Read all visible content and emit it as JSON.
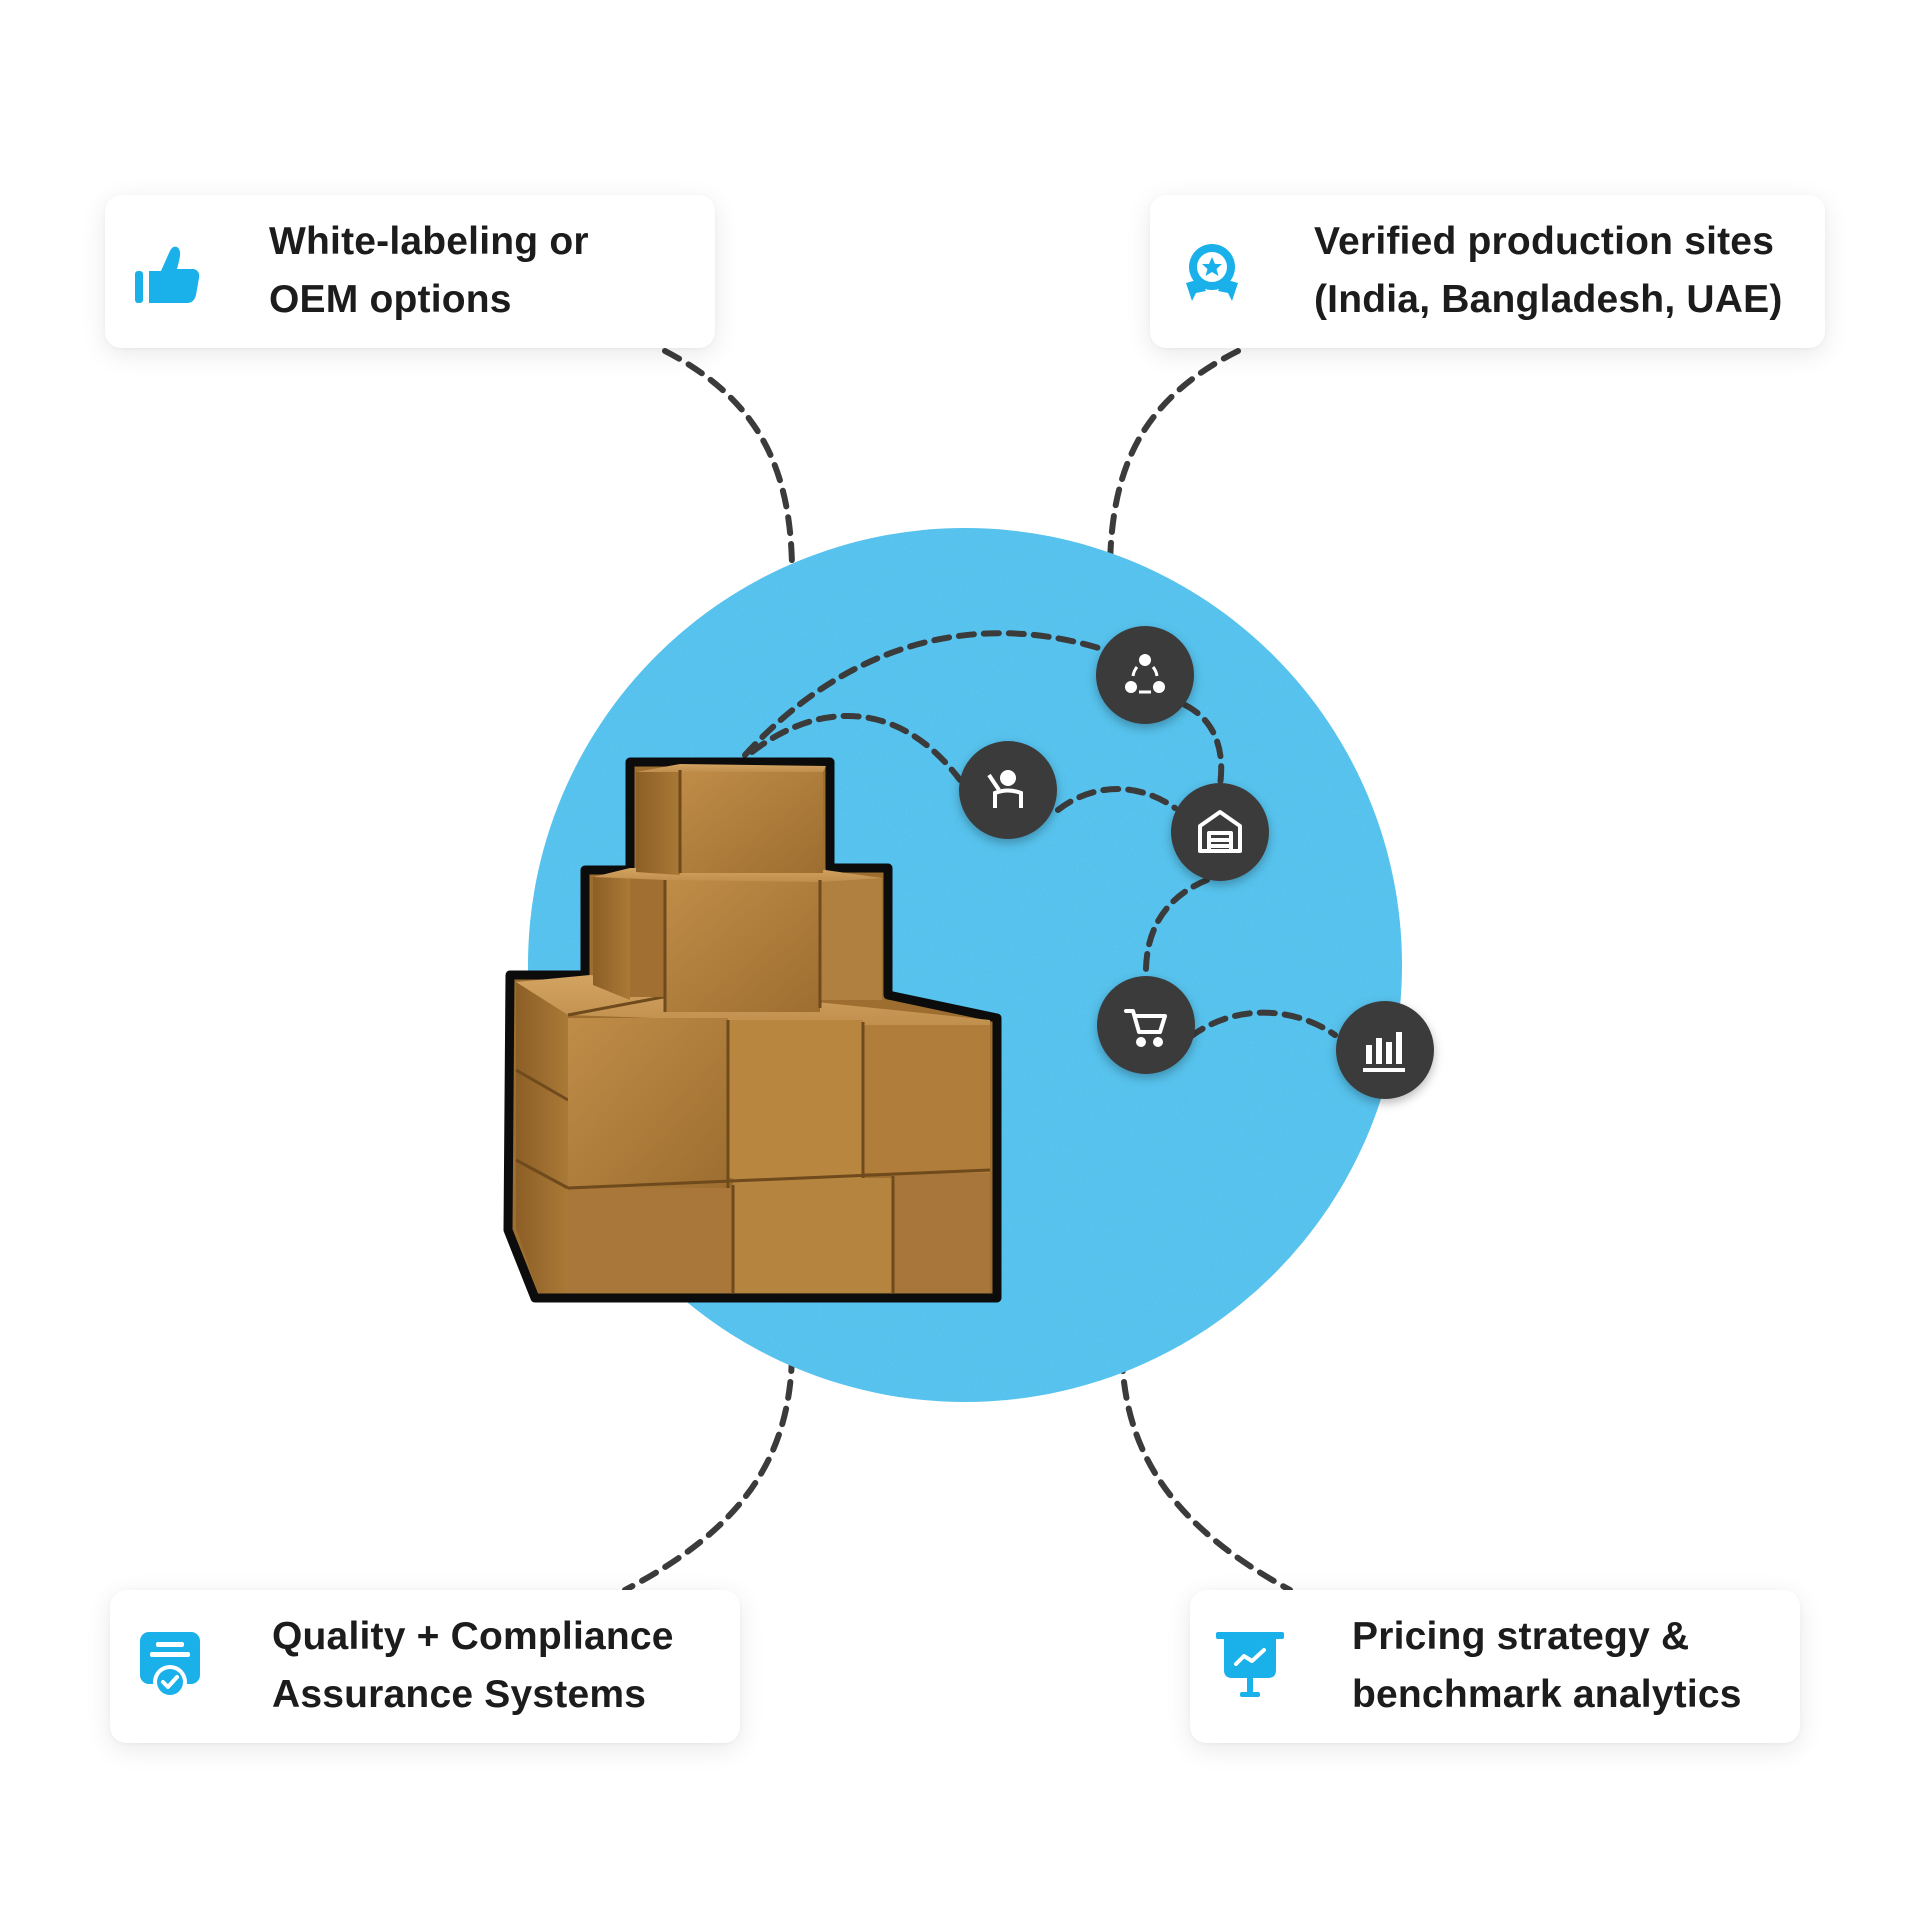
{
  "features": {
    "top_left": {
      "line1": "White-labeling or",
      "line2": "OEM options",
      "icon": "thumbs-up-icon"
    },
    "top_right": {
      "line1": "Verified production sites",
      "line2": "(India, Bangladesh, UAE)",
      "icon": "award-badge-icon"
    },
    "bottom_left": {
      "line1": "Quality + Compliance",
      "line2": "Assurance Systems",
      "icon": "certificate-check-icon"
    },
    "bottom_right": {
      "line1": "Pricing strategy &",
      "line2": "benchmark analytics",
      "icon": "presentation-chart-icon"
    }
  },
  "hub_nodes": [
    "network-icon",
    "support-agent-icon",
    "warehouse-icon",
    "shopping-cart-icon",
    "bar-chart-icon"
  ],
  "colors": {
    "accent_blue": "#1ab0ea",
    "circle_blue": "#57c3ee",
    "node_dark": "#3a3a3a",
    "dash_line": "#3b3b3b",
    "box_brown": "#b5833f",
    "text": "#1c1c1c"
  }
}
